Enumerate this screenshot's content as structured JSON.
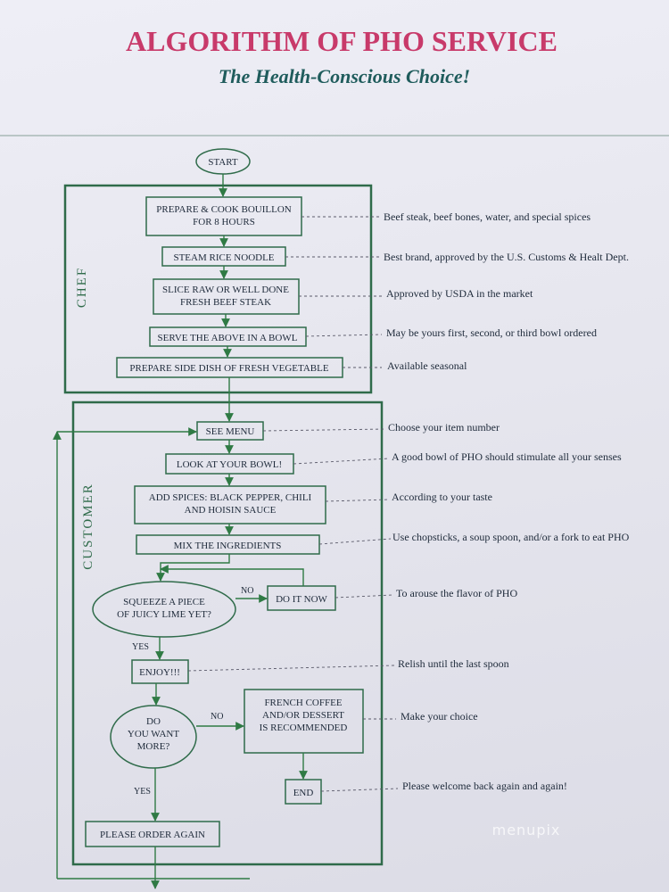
{
  "header": {
    "title": "ALGORITHM OF PHO SERVICE",
    "subtitle": "The Health-Conscious Choice!"
  },
  "colors": {
    "title": "#c83a6a",
    "subtitle": "#1f5c5c",
    "frame": "#2f6b4a",
    "arrow": "#2f7a44",
    "text": "#1e2a3a",
    "dash": "#5a5a6a"
  },
  "chef": {
    "label": "CHEF",
    "start": "START",
    "steps": {
      "bouillon": [
        "PREPARE & COOK BOUILLON",
        "FOR 8 HOURS"
      ],
      "noodle": [
        "STEAM RICE NOODLE"
      ],
      "steak": [
        "SLICE RAW OR WELL DONE",
        "FRESH BEEF STEAK"
      ],
      "bowl": [
        "SERVE THE ABOVE IN A BOWL"
      ],
      "side": [
        "PREPARE SIDE DISH OF FRESH VEGETABLE"
      ]
    }
  },
  "customer": {
    "label": "CUSTOMER",
    "steps": {
      "menu": [
        "SEE MENU"
      ],
      "look": [
        "LOOK AT YOUR BOWL!"
      ],
      "spices": [
        "ADD SPICES: BLACK PEPPER, CHILI",
        "AND HOISIN SAUCE"
      ],
      "mix": [
        "MIX THE INGREDIENTS"
      ],
      "lime": [
        "SQUEEZE A PIECE",
        "OF JUICY LIME YET?"
      ],
      "doit": [
        "DO IT NOW"
      ],
      "enjoy": [
        "ENJOY!!!"
      ],
      "more": [
        "DO",
        "YOU WANT",
        "MORE?"
      ],
      "coffee": [
        "FRENCH COFFEE",
        "AND/OR DESSERT",
        "IS RECOMMENDED"
      ],
      "end": [
        "END"
      ],
      "again": [
        "PLEASE ORDER AGAIN"
      ]
    },
    "labels": {
      "no1": "NO",
      "yes1": "YES",
      "no2": "NO",
      "yes2": "YES"
    }
  },
  "notes": {
    "bouillon": "Beef steak, beef bones, water, and special spices",
    "noodle": "Best brand, approved by the U.S. Customs & Healt Dept.",
    "steak": "Approved by USDA in the market",
    "bowl": "May be yours first, second, or third bowl ordered",
    "side": "Available seasonal",
    "menu": "Choose your item number",
    "look": "A good bowl of PHO should stimulate all your senses",
    "spices": "According to your taste",
    "mix": "Use chopsticks, a soup spoon, and/or a fork to eat PHO",
    "doit": "To arouse the flavor of PHO",
    "enjoy": "Relish until the last spoon",
    "coffee": "Make your choice",
    "end": "Please welcome back again and again!"
  },
  "watermark": "menupix"
}
